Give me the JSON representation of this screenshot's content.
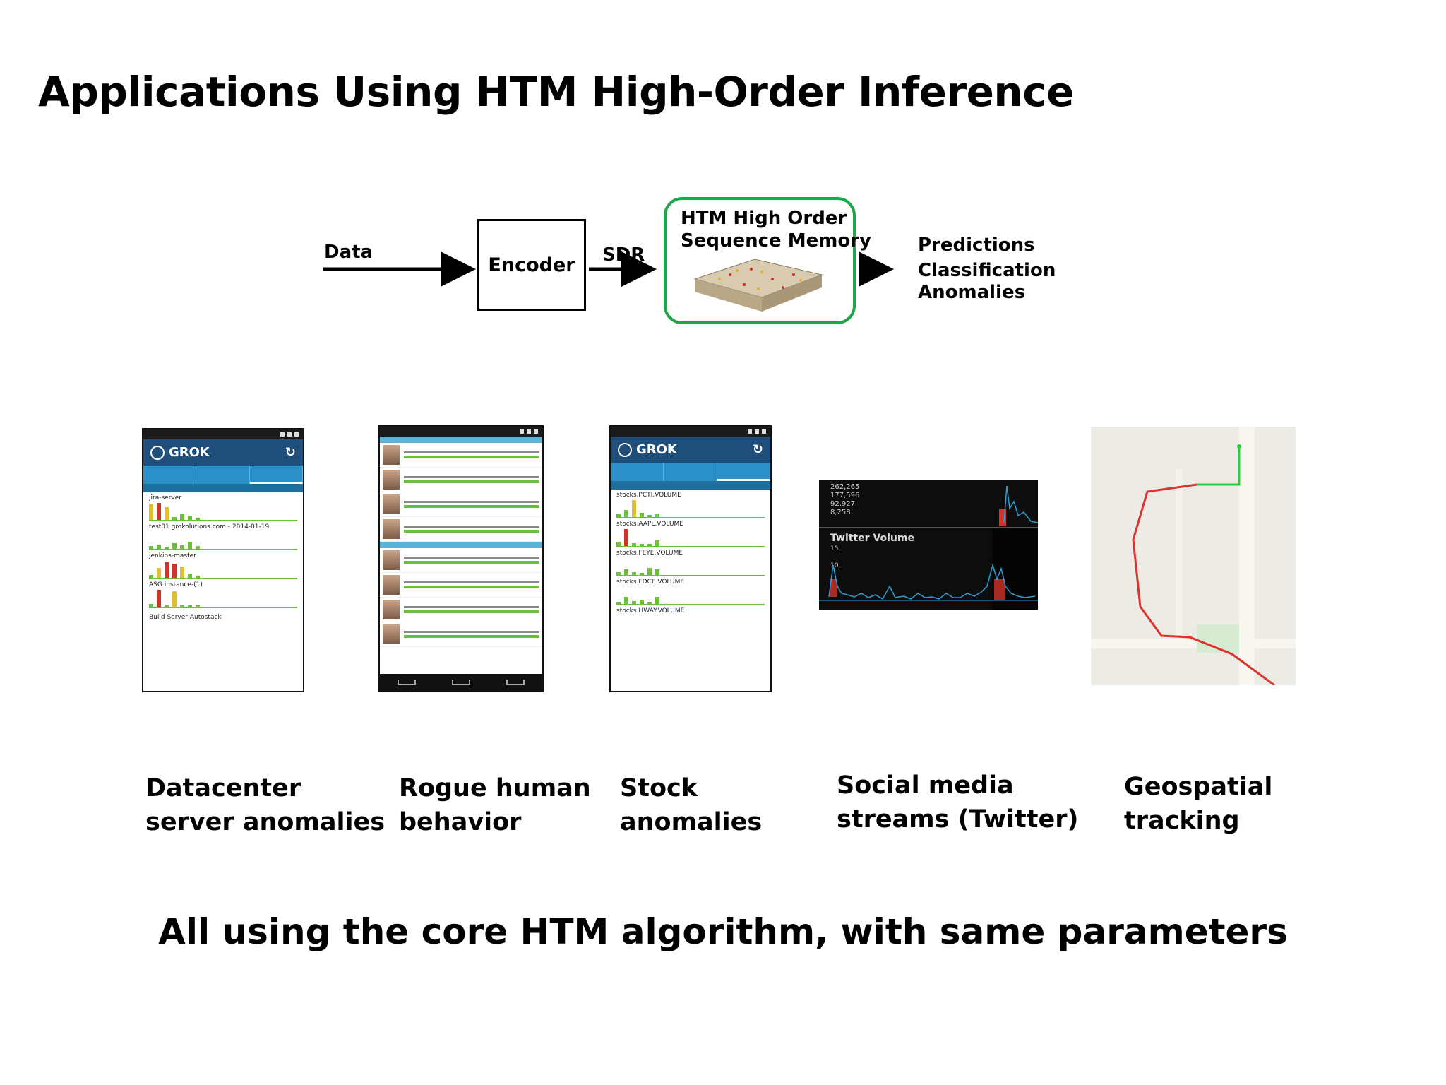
{
  "title": "Applications Using HTM High-Order Inference",
  "flow": {
    "data_label": "Data",
    "encoder_label": "Encoder",
    "sdr_label": "SDR",
    "htm_title_line1": "HTM High Order",
    "htm_title_line2": "Sequence Memory",
    "outputs": [
      "Predictions",
      "Classification",
      "Anomalies"
    ]
  },
  "colors": {
    "htm_border": "#1aa84a",
    "grok_header": "#1f4e7a",
    "grok_tab": "#2b8fc8",
    "route": "#e0322a",
    "route_start": "#2ecc40"
  },
  "apps": {
    "datacenter": {
      "caption_line1": "Datacenter",
      "caption_line2": "server anomalies",
      "brand": "GROK",
      "metrics": [
        "jira-server",
        "test01.grokolutions.com - 2014-01-19",
        "jenkins-master",
        "ASG instance-(1)",
        "Build Server Autostack"
      ]
    },
    "rogue": {
      "caption_line1": "Rogue human",
      "caption_line2": "behavior"
    },
    "stock": {
      "caption_line1": "Stock",
      "caption_line2": "anomalies",
      "brand": "GROK",
      "metrics": [
        "stocks.PCTI.VOLUME",
        "stocks.AAPL.VOLUME",
        "stocks.FEYE.VOLUME",
        "stocks.FDCE.VOLUME",
        "stocks.HWAY.VOLUME"
      ]
    },
    "social": {
      "caption_line1": "Social media",
      "caption_line2": "streams (Twitter)",
      "chart_values": [
        "262,265",
        "177,596",
        "92,927",
        "8,258"
      ],
      "chart_label": "Twitter Volume",
      "chart_small": [
        "15",
        "10"
      ]
    },
    "geo": {
      "caption_line1": "Geospatial",
      "caption_line2": "tracking"
    }
  },
  "footer": "All using the core HTM algorithm, with same parameters"
}
